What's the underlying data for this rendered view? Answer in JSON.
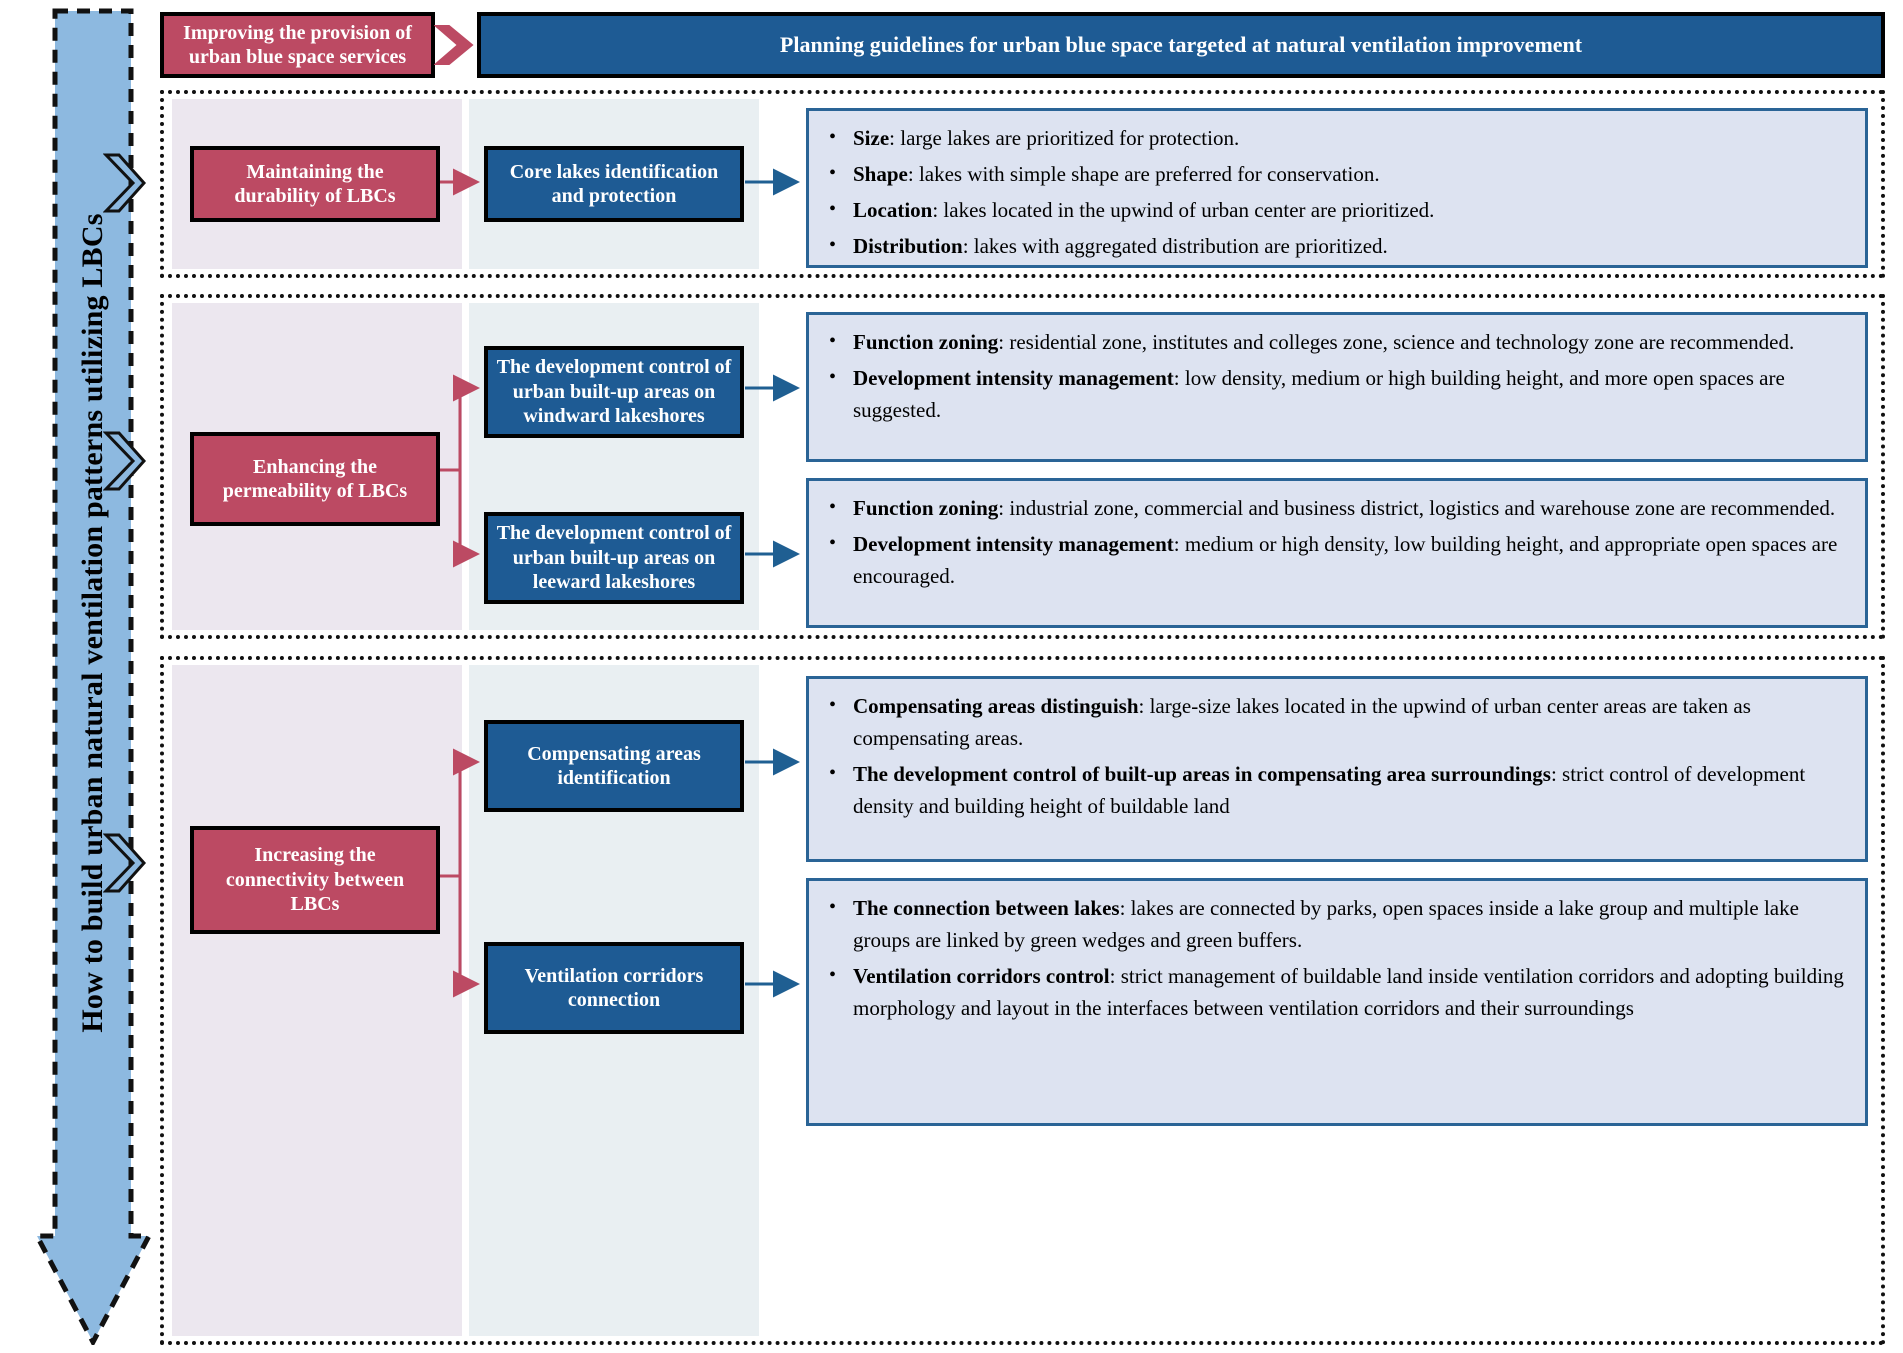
{
  "colors": {
    "theme_red": "#bc4a63",
    "action_blue": "#1e5b94",
    "detail_fill": "#dde3f1",
    "detail_border": "#2a6496",
    "arrow_fill": "#8db9e0",
    "band_purple": "#ece7ef",
    "band_blue": "#e9eff2"
  },
  "left_arrow": {
    "label": "How to build urban natural ventilation patterns utilizing LBCs"
  },
  "header": {
    "left_label": "Improving the provision of urban blue space services",
    "right_label": "Planning guidelines for urban blue space targeted at natural ventilation improvement"
  },
  "sections": [
    {
      "theme": "Maintaining the durability of LBCs",
      "actions": [
        {
          "label": "Core lakes identification and protection",
          "details": [
            {
              "term": "Size",
              "text": ": large lakes are prioritized for protection."
            },
            {
              "term": "Shape",
              "text": ": lakes with simple shape are preferred for conservation."
            },
            {
              "term": "Location",
              "text": ": lakes located in the upwind of urban center are prioritized."
            },
            {
              "term": "Distribution",
              "text": ": lakes with aggregated distribution are prioritized."
            }
          ]
        }
      ]
    },
    {
      "theme": "Enhancing the permeability of LBCs",
      "actions": [
        {
          "label": "The development control of urban built-up areas on windward lakeshores",
          "details": [
            {
              "term": "Function zoning",
              "text": ": residential zone, institutes and colleges zone, science and technology zone are recommended."
            },
            {
              "term": "Development intensity management",
              "text": ": low density, medium or high building height, and more open spaces are suggested."
            }
          ]
        },
        {
          "label": "The development control of urban built-up areas on leeward lakeshores",
          "details": [
            {
              "term": "Function zoning",
              "text": ": industrial zone, commercial and business district, logistics and warehouse zone are recommended."
            },
            {
              "term": "Development intensity management",
              "text": ": medium or high density, low building height, and appropriate open spaces are encouraged."
            }
          ]
        }
      ]
    },
    {
      "theme": "Increasing the connectivity between LBCs",
      "actions": [
        {
          "label": "Compensating areas identification",
          "details": [
            {
              "term": "Compensating areas distinguish",
              "text": ": large-size lakes located in the upwind of urban center areas are taken as compensating areas."
            },
            {
              "term": "The development control of built-up areas in compensating area surroundings",
              "text": ": strict control of development density and building height of buildable land"
            }
          ]
        },
        {
          "label": "Ventilation corridors connection",
          "details": [
            {
              "term": "The connection between lakes",
              "text": ": lakes are connected by parks, open spaces inside a lake group and multiple lake groups are linked by green wedges and green buffers."
            },
            {
              "term": "Ventilation corridors control",
              "text": ": strict management of buildable land inside ventilation corridors and adopting building morphology and layout in the interfaces between ventilation corridors and their surroundings"
            }
          ]
        }
      ]
    }
  ]
}
